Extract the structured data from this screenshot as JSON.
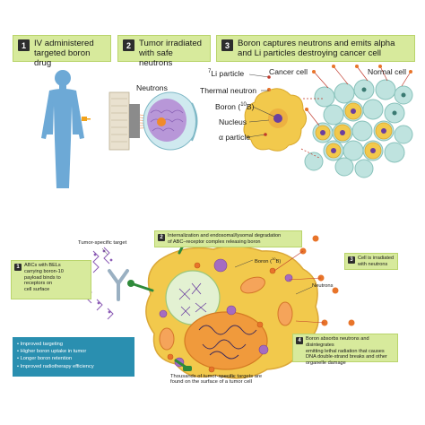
{
  "top": {
    "steps": [
      {
        "num": "1",
        "text_line1": "IV administered",
        "text_line2": "targeted boron drug"
      },
      {
        "num": "2",
        "text_line1": "Tumor irradiated",
        "text_line2": "with safe neutrons"
      },
      {
        "num": "3",
        "text_line1": "Boron captures neutrons and emits alpha",
        "text_line2": "and Li particles destroying cancer cell"
      }
    ],
    "labels": {
      "neutrons": "Neutrons",
      "li_particle_sup": "7",
      "li_particle": "Li particle",
      "thermal_neutron": "Thermal neutron",
      "boron": "Boron (",
      "boron_sup": "10",
      "boron_end": "B)",
      "nucleus": "Nucleus",
      "alpha_particle": "α particle",
      "cancer_cell": "Cancer cell",
      "normal_cell": "Normal cell"
    }
  },
  "bottom": {
    "tumor_specific_target": "Tumor-specific target",
    "callouts": [
      {
        "num": "1",
        "lines": [
          "ABCs with BELs",
          "carrying boron-10",
          "payload binds to",
          "receptors on",
          "cell surface"
        ]
      },
      {
        "num": "2",
        "lines": [
          "Internalization and endosomal/lysomal degradation",
          "of ABC–receptor complex releasing boron"
        ]
      },
      {
        "num": "3",
        "lines": [
          "Cell is irradiated",
          "with neutrons"
        ]
      },
      {
        "num": "4",
        "lines": [
          "Boron absorbs neutrons and disintegrates",
          "emitting lethal radiation that causes",
          "DNA double-strand breaks and other",
          "organelle damage"
        ]
      }
    ],
    "boron_label": "Boron (",
    "boron_sup": "10",
    "boron_end": "B)",
    "neutrons_label": "Neutrons",
    "benefits": [
      "• Improved targeting",
      "• Higher boron uptake in tumor",
      "• Longer boron retention",
      "• Improved radiotherapy efficiency"
    ],
    "footer_line1": "Thousands of tumor-specific targets are",
    "footer_line2": "found on the surface of a tumor cell"
  },
  "colors": {
    "step_bg": "#d7ea9c",
    "body_blue": "#6da9d6",
    "cancer_cell": "#f2c94c",
    "normal_cell": "#bfe3df",
    "neutron_orange": "#e8742a",
    "boron_purple": "#6b3fa0",
    "alpha_red": "#c0392b",
    "benefits_bg": "#2a8fb0",
    "receptor_green": "#2f8a3a"
  }
}
